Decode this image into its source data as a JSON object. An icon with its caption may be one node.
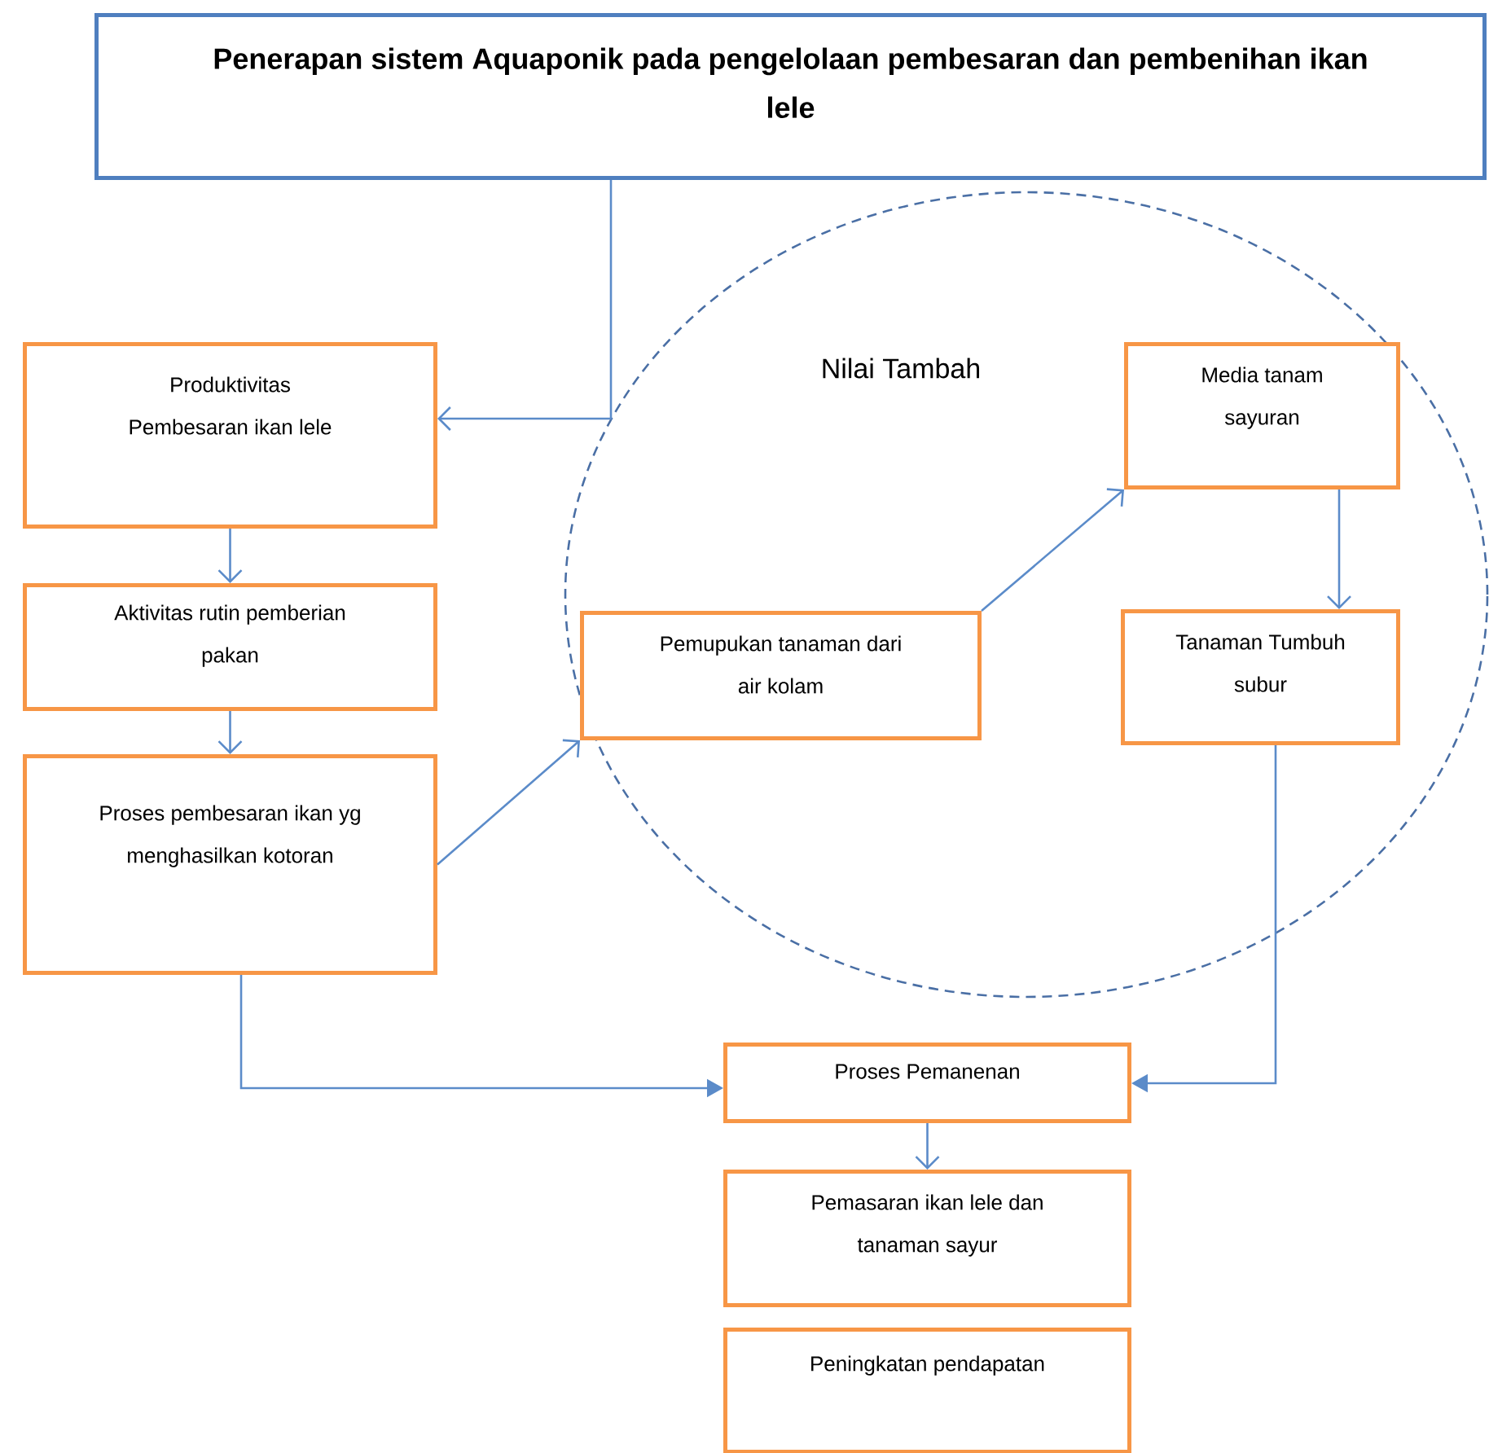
{
  "diagram": {
    "nodes": [
      {
        "text": [
          "Penerapan sistem Aquaponik pada pengelolaan pembesaran dan pembenihan ikan lele"
        ]
      },
      {
        "text": [
          "Produktivitas Pembesaran ikan lele"
        ]
      },
      {
        "text": [
          "Nilai Tambah"
        ]
      },
      {
        "text": [
          "Media tanam sayuran"
        ],
        "in": 2
      },
      {
        "text": [
          "Aktivitas rutin pemberian pakan"
        ]
      },
      {
        "text": [
          "Pemupukan tanaman dari air kolam"
        ],
        "in": 2
      },
      {
        "text": [
          "Tanaman Tumbuh subur"
        ],
        "in": 2
      },
      {
        "text": [
          "Proses pembesaran ikan yg menghasilkan kotoran"
        ]
      },
      {
        "text": [
          "Proses Pemanenan"
        ]
      },
      {
        "text": [
          "Pemasaran ikan lele dan tanaman sayur"
        ]
      },
      {
        "text": [
          "Peningkatan pendapatan"
        ]
      }
    ],
    "edges": [
      {
        "from": 0,
        "to": 1,
        "arrow": "to"
      },
      {
        "from": 1,
        "to": 4,
        "arrow": "to"
      },
      {
        "from": 4,
        "to": 7,
        "arrow": "to"
      },
      {
        "from": 7,
        "to": 5,
        "arrow": "to"
      },
      {
        "from": 5,
        "to": 3,
        "arrow": "to"
      },
      {
        "from": 3,
        "to": 6,
        "arrow": "to"
      },
      {
        "from": 7,
        "to": 8,
        "arrow": "to"
      },
      {
        "from": 6,
        "to": 8,
        "arrow": "to"
      },
      {
        "from": 8,
        "to": 9,
        "arrow": "to"
      }
    ]
  }
}
